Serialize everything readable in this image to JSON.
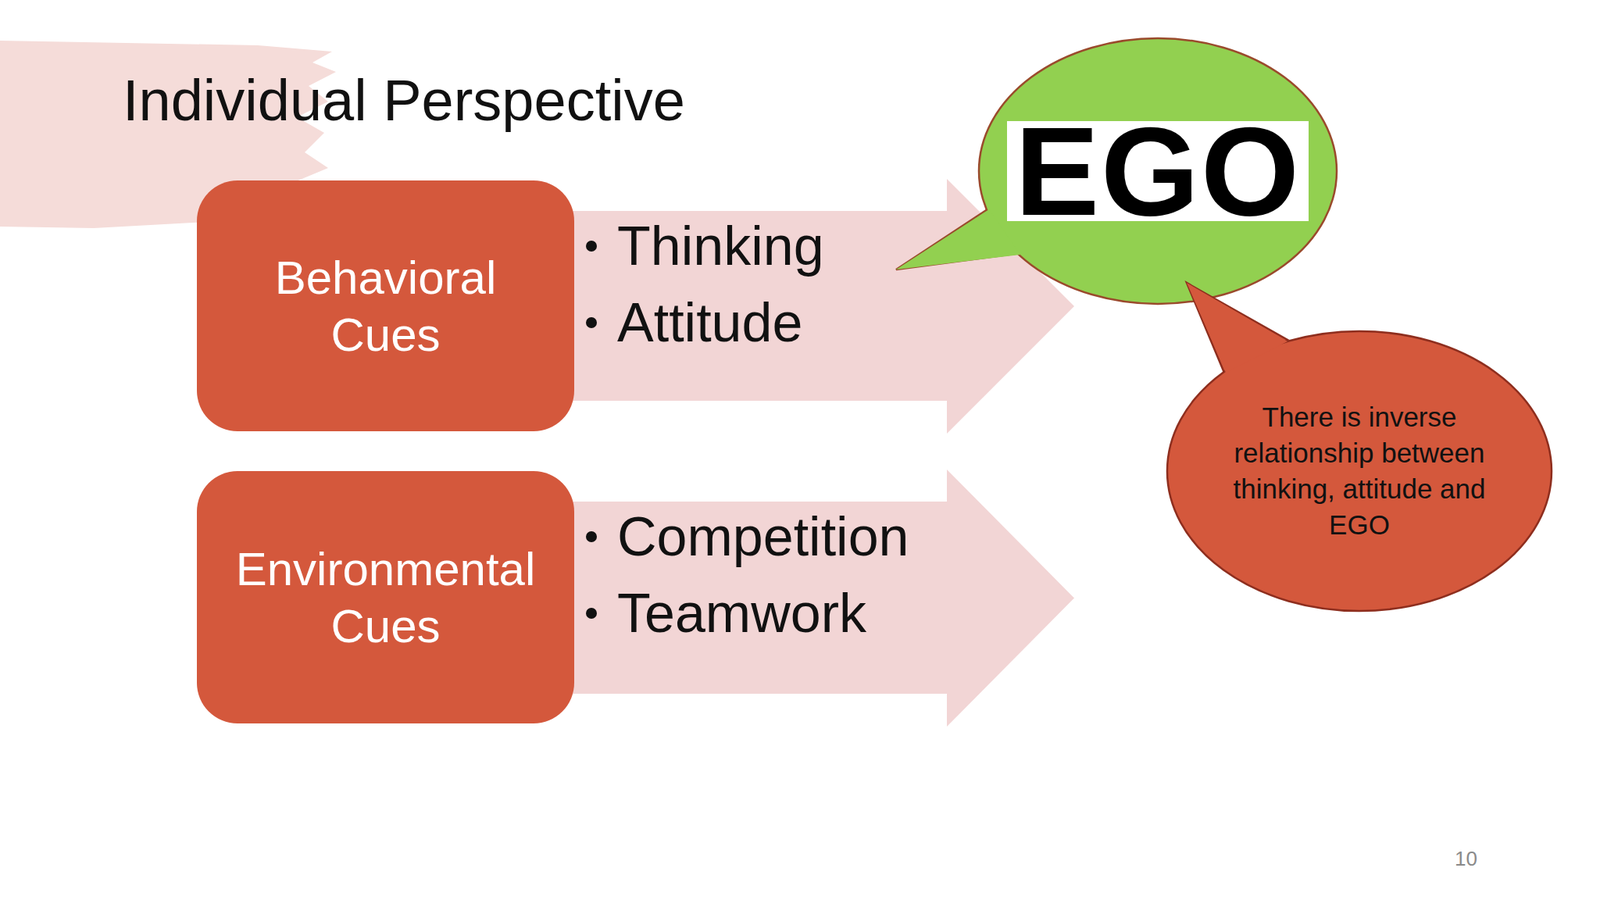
{
  "diagram": {
    "title": "Individual Perspective",
    "nodes": [
      {
        "text": [
          "Behavioral Cues"
        ]
      },
      {
        "text": [
          "Thinking",
          "Attitude"
        ]
      },
      {
        "text": [
          "EGO"
        ]
      },
      {
        "text": [
          "There is inverse relationship between thinking, attitude and EGO"
        ]
      },
      {
        "text": [
          "Environmental Cues"
        ]
      },
      {
        "text": [
          "Competition",
          "Teamwork"
        ]
      }
    ],
    "labels": [
      "10"
    ]
  }
}
